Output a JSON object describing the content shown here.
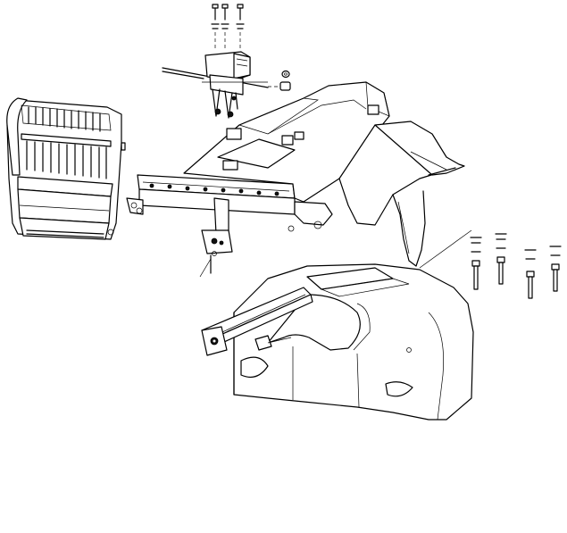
{
  "figure": {
    "background": "#ffffff",
    "line_color": "#000000",
    "parts": [
      {
        "id": "screws-top",
        "icon": "screw-icon",
        "count": 3
      },
      {
        "id": "bracket-assembly",
        "icon": "bracket-icon"
      },
      {
        "id": "needle-head-cover",
        "icon": "cover-icon"
      },
      {
        "id": "needle-bar-frame",
        "icon": "frame-icon"
      },
      {
        "id": "arm-casting",
        "icon": "arm-icon"
      },
      {
        "id": "base-bed",
        "icon": "base-icon"
      },
      {
        "id": "screws-right",
        "icon": "screw-icon",
        "count": 4
      },
      {
        "id": "washer",
        "icon": "washer-icon"
      }
    ]
  }
}
